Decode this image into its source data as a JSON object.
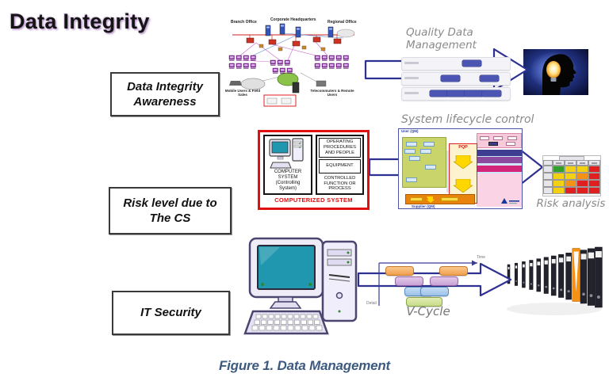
{
  "page": {
    "title": "Data Integrity",
    "caption": "Figure 1. Data Management"
  },
  "colors": {
    "arrow_outline": "#2e3192",
    "caption_text": "#3d5a80",
    "label_box_border": "#3a3a3a",
    "red_frame": "#e01010",
    "risk_green": "#33a02c",
    "risk_yellow": "#f2d114",
    "risk_orange": "#f59114",
    "risk_red": "#e02020"
  },
  "row1": {
    "label": "Data Integrity Awareness",
    "network": {
      "top_labels": [
        "Branch Office",
        "Corporate Headquarters",
        "Regional Office"
      ],
      "bottom_labels": [
        "Mobile Users & Field Sales",
        "Telecommuters & Remote Users"
      ]
    },
    "flow_title": "Quality Data Management",
    "qdm_button_rows": [
      1,
      2,
      4
    ]
  },
  "row2": {
    "label": "Risk level due to The CS",
    "computerized_system": {
      "left_box_title": "COMPUTER SYSTEM",
      "left_box_subtitle": "(Controlling System)",
      "right_box_top": "OPERATING PROCEDURES AND PEOPLE",
      "right_box_mid": "EQUIPMENT",
      "right_box_bottom": "CONTROLLED FUNCTION OR PROCESS",
      "footer": "COMPUTERIZED SYSTEM"
    },
    "flow_title": "System lifecycle control",
    "lifecycle": {
      "top_left_label": "User (QM)",
      "bottom_left_label": "Supplier (QM)",
      "pqp_label": "PQP"
    },
    "risk_matrix": {
      "cells": [
        [
          "green",
          "yellow",
          "yellow",
          "red"
        ],
        [
          "yellow",
          "yellow",
          "orange",
          "red"
        ],
        [
          "yellow",
          "orange",
          "red",
          "red"
        ],
        [
          "yellow",
          "red",
          "red",
          "red"
        ]
      ]
    },
    "result_label": "Risk analysis"
  },
  "row3": {
    "label": "IT Security",
    "flow_title": "V-Cycle",
    "axis_labels": {
      "time": "Time",
      "detail": "Detail"
    }
  }
}
